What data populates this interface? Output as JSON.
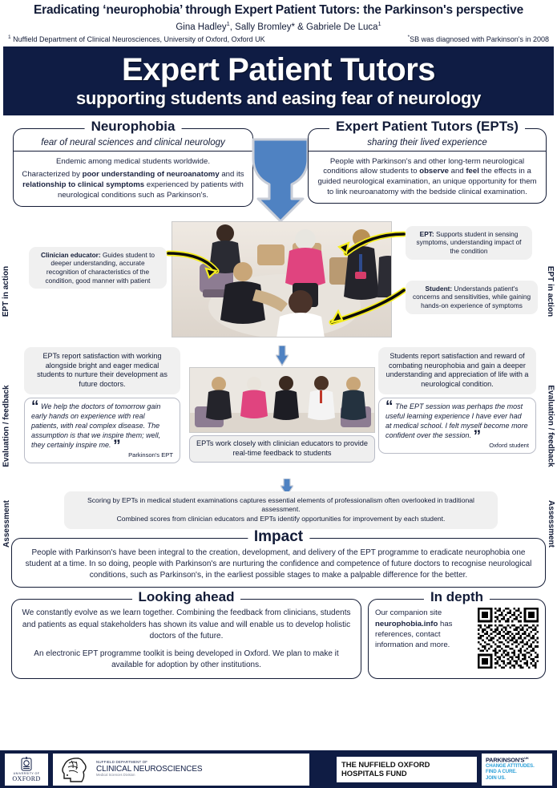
{
  "header": {
    "title": "Eradicating ‘neurophobia’ through Expert Patient Tutors: the Parkinson's perspective",
    "authors": "Gina Hadley",
    "authors_sup1": "1",
    "authors_mid": ",  Sally Bromley*  &  Gabriele De Luca",
    "authors_sup2": "1",
    "affiliation_sup": "1",
    "affiliation": " Nuffield Department of Clinical Neurosciences, University of Oxford, Oxford UK",
    "note_sup": "*",
    "note": "SB was diagnosed with Parkinson's in 2008"
  },
  "banner": {
    "main_title": "Expert Patient Tutors",
    "subtitle": "supporting students and easing fear of neurology",
    "background_color": "#0f1c44",
    "text_color": "#ffffff"
  },
  "rails": {
    "left": [
      "EPT in action",
      "Evaluation / feedback",
      "Assessment"
    ],
    "right": [
      "EPT in action",
      "Evaluation / feedback",
      "Assessment"
    ]
  },
  "neurophobia": {
    "legend": "Neurophobia",
    "subtitle": "fear of neural sciences and clinical neurology",
    "line1": "Endemic among medical students worldwide.",
    "body_a": "Characterized by ",
    "body_b": "poor understanding of neuroanatomy",
    "body_c": " and its ",
    "body_d": "relationship to clinical symptoms",
    "body_e": " experienced by patients with neurological conditions such as Parkinson's."
  },
  "epts": {
    "legend": "Expert Patient Tutors (EPTs)",
    "subtitle": "sharing their lived experience",
    "body_a": "People with Parkinson's and other long-term neurological conditions allow students to ",
    "body_b": "observe",
    "body_c": " and ",
    "body_d": "feel",
    "body_e": " the effects in a guided neurological examination, an unique opportunity for them to link neuroanatomy with the bedside clinical examination."
  },
  "action": {
    "clinician_label": "Clinician educator:",
    "clinician_text": " Guides student to deeper understanding, accurate recognition of characteristics of the condition, good manner with patient",
    "ept_label": "EPT:",
    "ept_text": " Supports student in sensing symptoms, understanding impact of the condition",
    "student_label": "Student:",
    "student_text": " Understands patient's concerns and sensitivities, while gaining hands-on experience of symptoms",
    "photo_alt": "clinical-examination-photo"
  },
  "evaluation": {
    "ept_stat": "EPTs report satisfaction with working alongside bright and eager medical students to nurture their development as future doctors.",
    "ept_quote_1": "We help the doctors of tomorrow gain early hands on experience with real patients, with real complex disease. ",
    "ept_quote_2": "The assumption is that we inspire them; well, they certainly inspire me.",
    "ept_attr": "Parkinson's EPT",
    "student_stat": "Students report satisfaction and reward of combating neurophobia and gain a deeper understanding and appreciation of life with a neurological condition.",
    "student_quote_1": "The EPT session was perhaps the most useful learning experience ",
    "student_quote_2": "I",
    "student_quote_3": " have ever had at medical school. I felt myself become more confident over the session.",
    "student_attr": "Oxford student",
    "group_photo_caption": "EPTs work closely with clinician educators to provide real-time feedback to students",
    "photo_alt": "group-seated-photo",
    "quote_open": "“",
    "quote_close": "”"
  },
  "assessment": {
    "line1": "Scoring by EPTs in medical student examinations captures essential elements of professionalism often overlooked in traditional assessment.",
    "line2": "Combined scores from clinician educators and EPTs identify opportunities for improvement by each student."
  },
  "impact": {
    "legend": "Impact",
    "body": "People with Parkinson's have been integral to the creation, development, and delivery of the EPT programme to eradicate neurophobia one student at a time.  In so doing, people with Parkinson's are nurturing the confidence and competence of future doctors to recognise neurological conditions, such as Parkinson's, in the earliest possible stages to make a palpable difference for the better."
  },
  "looking_ahead": {
    "legend": "Looking ahead",
    "para1": "We constantly evolve as we learn together. Combining the feedback from clinicians, students and patients as equal stakeholders has shown its value and will enable us to develop holistic doctors of the future.",
    "para2": "An electronic EPT programme toolkit is being developed in Oxford. We plan to make it available for adoption by other institutions."
  },
  "in_depth": {
    "legend": "In depth",
    "text_a": "Our companion site ",
    "site": "neurophobia.info",
    "text_b": " has references, contact information and more.",
    "qr_alt": "qr-code"
  },
  "footer": {
    "oxford_line1": "UNIVERSITY OF",
    "oxford_line2": "OXFORD",
    "ndcn_line1": "NUFFIELD DEPARTMENT OF",
    "ndcn_line2": "CLINICAL NEUROSCIENCES",
    "ndcn_line3": "Medical Sciences Division",
    "nohf": "THE NUFFIELD OXFORD HOSPITALS FUND",
    "puk_name": "PARKINSON'S",
    "puk_sup": "UK",
    "puk_tag1": "CHANGE ATTITUDES.",
    "puk_tag2": "FIND A CURE.",
    "puk_tag3": "JOIN US.",
    "background_color": "#0f1c44"
  },
  "colors": {
    "navy": "#0f1c44",
    "arrow_blue": "#4f82c2",
    "highlight_yellow": "#f5ee1e",
    "panel_grey": "#f0f0f0"
  }
}
